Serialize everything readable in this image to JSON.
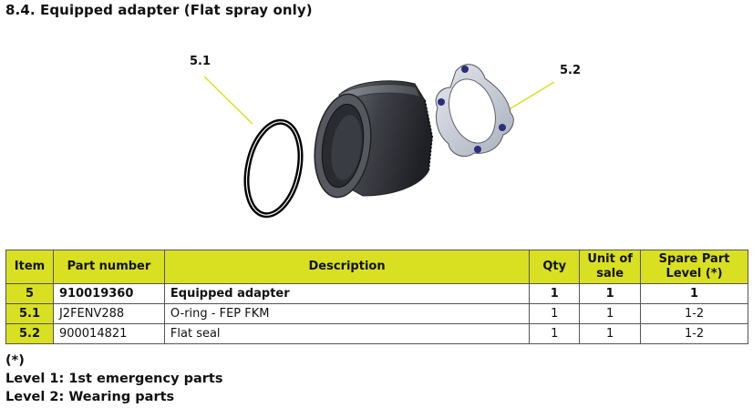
{
  "title": "8.4. Equipped adapter (Flat spray only)",
  "callouts": {
    "left": "5.1",
    "right": "5.2"
  },
  "table": {
    "headers": {
      "item": "Item",
      "part_number": "Part number",
      "description": "Description",
      "qty": "Qty",
      "unit_line1": "Unit of",
      "unit_line2": "sale",
      "spare_line1": "Spare Part",
      "spare_line2": "Level (*)"
    },
    "rows": [
      {
        "item": "5",
        "part_number": "910019360",
        "description": "Equipped adapter",
        "qty": "1",
        "unit": "1",
        "level": "1"
      },
      {
        "item": "5.1",
        "part_number": "J2FENV288",
        "description": "O-ring - FEP FKM",
        "qty": "1",
        "unit": "1",
        "level": "1-2"
      },
      {
        "item": "5.2",
        "part_number": "900014821",
        "description": "Flat seal",
        "qty": "1",
        "unit": "1",
        "level": "1-2"
      }
    ]
  },
  "notes": {
    "marker": "(*)",
    "level1": "Level 1: 1st emergency parts",
    "level2": "Level 2: Wearing parts"
  }
}
